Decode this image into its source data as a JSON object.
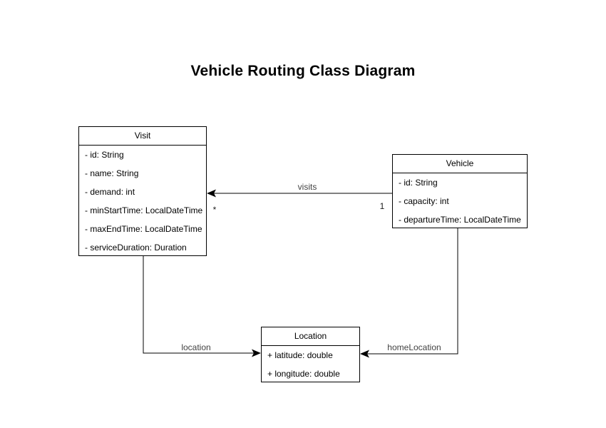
{
  "title": "Vehicle Routing Class Diagram",
  "classes": {
    "visit": {
      "name": "Visit",
      "attributes": [
        "- id: String",
        "- name: String",
        "- demand: int",
        "- minStartTime: LocalDateTime",
        "- maxEndTime: LocalDateTime",
        "- serviceDuration: Duration"
      ]
    },
    "vehicle": {
      "name": "Vehicle",
      "attributes": [
        "- id: String",
        "- capacity: int",
        "- departureTime: LocalDateTime"
      ]
    },
    "location": {
      "name": "Location",
      "attributes": [
        "+ latitude: double",
        "+ longitude: double"
      ]
    }
  },
  "relationships": {
    "visits": {
      "label": "visits",
      "source": "Vehicle",
      "target": "Visit",
      "source_multiplicity": "1",
      "target_multiplicity": "*"
    },
    "location": {
      "label": "location",
      "source": "Visit",
      "target": "Location"
    },
    "homeLocation": {
      "label": "homeLocation",
      "source": "Vehicle",
      "target": "Location"
    }
  },
  "colors": {
    "shape_fill": "#ffffff",
    "shape_stroke": "#000000",
    "text": "#000000",
    "edge_label": "#424242"
  }
}
